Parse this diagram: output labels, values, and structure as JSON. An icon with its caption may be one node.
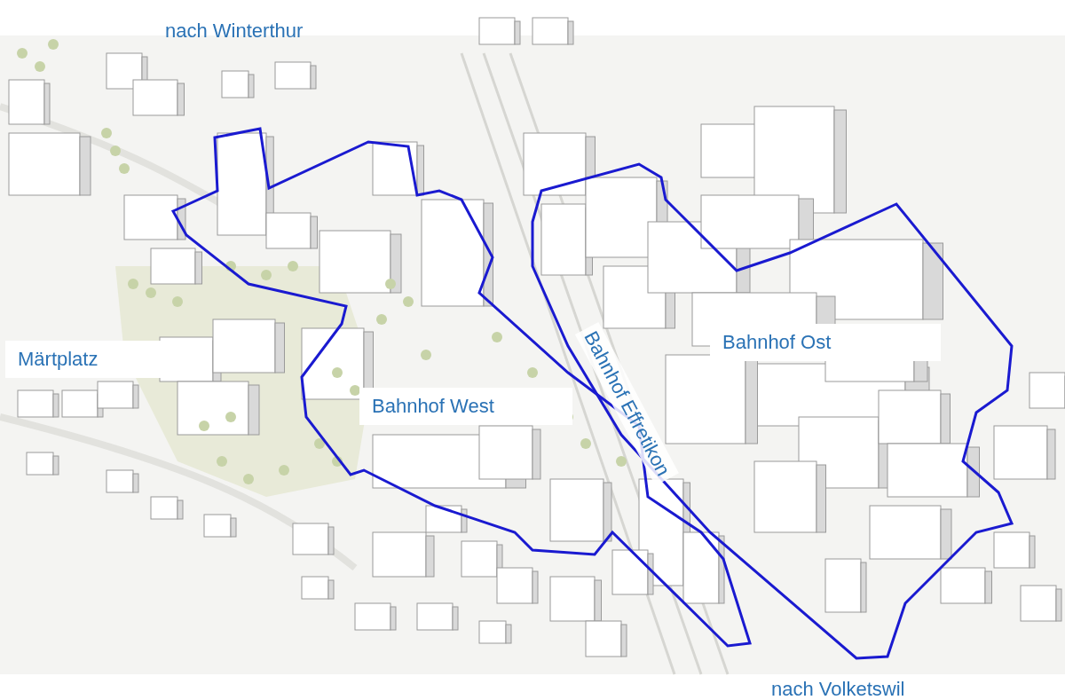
{
  "diagram": {
    "nodes": [
      {
        "text": [
          "Bahnhof West"
        ]
      },
      {
        "text": [
          "Bahnhof Ost"
        ]
      }
    ],
    "labels": [
      "nach Winterthur",
      "Märtplatz",
      "Bahnhof Effretikon",
      "nach Volketswil"
    ]
  }
}
